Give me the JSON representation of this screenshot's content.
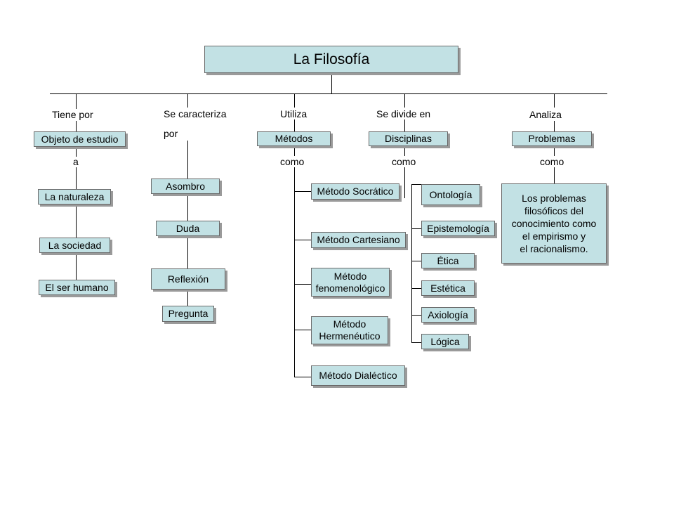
{
  "title": "La Filosofía",
  "branches": {
    "b1": {
      "label": "Tiene por",
      "box": "Objeto de estudio",
      "connector": "a",
      "items": [
        "La naturaleza",
        "La sociedad",
        "El ser humano"
      ]
    },
    "b2": {
      "label_line1": "Se caracteriza",
      "label_line2": "por",
      "items": [
        "Asombro",
        "Duda",
        "Reflexión",
        "Pregunta"
      ]
    },
    "b3": {
      "label": "Utiliza",
      "box": "Métodos",
      "connector": "como",
      "items": [
        "Método Socrático",
        "Método Cartesiano",
        "Método\nfenomenológico",
        "Método\nHermenéutico",
        "Método Dialéctico"
      ]
    },
    "b4": {
      "label": "Se divide en",
      "box": "Disciplinas",
      "connector": "como",
      "items": [
        "Ontología",
        "Epistemología",
        "Ética",
        "Estética",
        "Axiología",
        "Lógica"
      ]
    },
    "b5": {
      "label": "Analiza",
      "box": "Problemas",
      "connector": "como",
      "detail": "Los problemas\nfilosóficos del\nconocimiento como\nel empirismo y\nel racionalismo."
    }
  },
  "colors": {
    "box_fill": "#c2e1e4",
    "box_border": "#6a6a6a",
    "box_shadow": "#9a9a9a",
    "line": "#000000"
  }
}
